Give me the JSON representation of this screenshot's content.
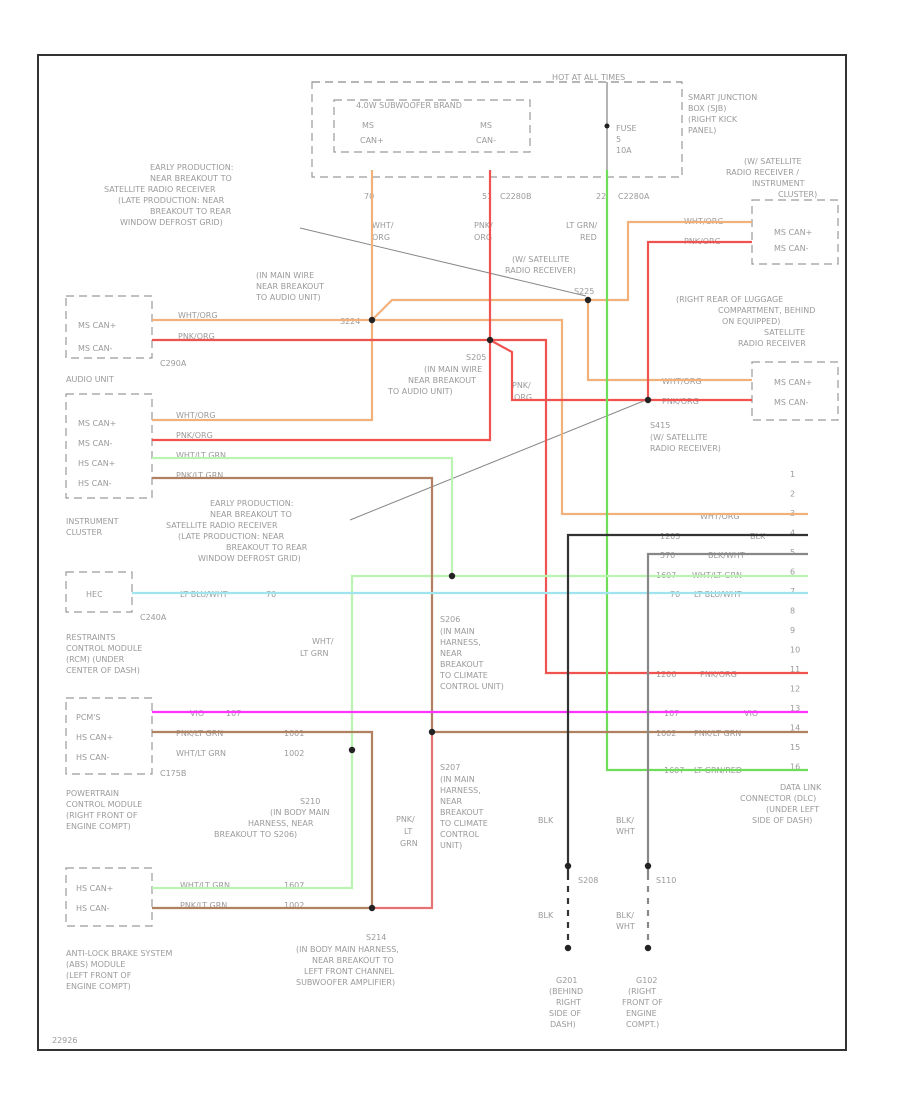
{
  "figure_id": "22926",
  "colors": {
    "wht_org": "#f0b27a",
    "pnk_org": "#ef5350",
    "wht_lt_grn": "#b9f5b0",
    "pnk_lt_grn": "#e57373",
    "lt_blu_wht": "#a0e4f0",
    "lt_grn_red": "#6fdc5a",
    "vio": "#ff33ff",
    "blk": "#333333",
    "blk_wht": "#888888",
    "brown": "#b08060"
  },
  "labels": {
    "hot_at_all_times": "HOT AT ALL TIMES",
    "smart_jb": [
      "SMART JUNCTION",
      "BOX (SJB)",
      "(RIGHT KICK",
      "PANEL)"
    ],
    "fuse": [
      "FUSE",
      "5",
      "10A"
    ],
    "subwoofer": "4.0W SUBWOOFER BRAND",
    "ms_can_p": [
      "MS",
      "CAN+"
    ],
    "ms_can_m": [
      "MS",
      "CAN-"
    ],
    "pin_70": "70",
    "pin_51": "51",
    "c2280b": "C2280B",
    "pin_22": "22",
    "c2280a": "C2280A",
    "wht_org_v": [
      "WHT/",
      "ORG"
    ],
    "pnk_org_v": [
      "PNK/",
      "ORG"
    ],
    "lt_grn_red_v": [
      "LT GRN/",
      "RED"
    ],
    "early_top": [
      "EARLY PRODUCTION:",
      "NEAR BREAKOUT TO",
      "SATELLITE RADIO RECEIVER",
      "(LATE PRODUCTION: NEAR",
      "BREAKOUT TO REAR",
      "WINDOW DEFROST GRID)"
    ],
    "sat_receiver_splice": [
      "(W/ SATELLITE",
      "RADIO RECEIVER)"
    ],
    "s225_top": "S225",
    "sat_radio_receiver": [
      "(W/ SATELLITE",
      "RADIO RECEIVER /",
      "INSTRUMENT",
      "CLUSTER)"
    ],
    "wht_org_h": "WHT/ORG",
    "pnk_org_h": "PNK/ORG",
    "ms_can_plus": "MS CAN+",
    "ms_can_minus": "MS CAN-",
    "breakout_audio": [
      "(IN MAIN WIRE",
      "NEAR BREAKOUT",
      "TO AUDIO UNIT)"
    ],
    "s224": "S224",
    "c290a": "C290A",
    "rear_luggage": [
      "(RIGHT REAR OF LUGGAGE",
      "COMPARTMENT, BEHIND",
      "ON EQUIPPED)",
      "SATELLITE",
      "RADIO RECEIVER"
    ],
    "s205": "S205",
    "breakout_audio2": [
      "(IN MAIN WIRE",
      "NEAR BREAKOUT",
      "TO AUDIO UNIT)"
    ],
    "pnk_org_mid": [
      "PNK/",
      "ORG"
    ],
    "audio_unit": "AUDIO UNIT",
    "s415": "S415",
    "s415_desc": [
      "(W/ SATELLITE",
      "RADIO RECEIVER)"
    ],
    "wht_org_d": "WHT/ORG",
    "wht_lt_grn": "WHT/LT GRN",
    "pnk_lt_grn": "PNK/LT GRN",
    "instrument_cluster": [
      "INSTRUMENT",
      "CLUSTER"
    ],
    "early_mid": [
      "EARLY PRODUCTION:",
      "NEAR BREAKOUT TO",
      "SATELLITE RADIO RECEIVER",
      "(LATE PRODUCTION: NEAR",
      "BREAKOUT TO REAR",
      "WINDOW DEFROST GRID)"
    ],
    "hec": "HEC",
    "c240a": "C240A",
    "lt_blu_wht": "LT BLU/WHT",
    "pin_70b": "70",
    "pin_70c": "70",
    "rcm": [
      "RESTRAINTS",
      "CONTROL MODULE",
      "(RCM) (UNDER",
      "CENTER OF DASH)"
    ],
    "s206": "S206",
    "s206_desc": [
      "(IN MAIN",
      "HARNESS,",
      "NEAR",
      "BREAKOUT",
      "TO CLIMATE",
      "CONTROL UNIT)"
    ],
    "wht_lt_grn_v": [
      "WHT/",
      "LT GRN"
    ],
    "pcm_title": "PCM'S",
    "hs_can_p": "HS CAN+",
    "hs_can_m": "HS CAN-",
    "vio": "VIO",
    "pin_107": "107",
    "pnk_lt_grn_s": "PNK/LT GRN",
    "wht_lt_grn_s": "WHT/LT GRN",
    "pin_1001": "1001",
    "pin_1002": "1002",
    "c175b": "C175B",
    "pcm": [
      "POWERTRAIN",
      "CONTROL MODULE",
      "(RIGHT FRONT OF",
      "ENGINE COMPT)"
    ],
    "s210": "S210",
    "s210_desc": [
      "(IN BODY MAIN",
      "HARNESS, NEAR",
      "BREAKOUT TO S206)"
    ],
    "s207": "S207",
    "s207_desc": [
      "(IN MAIN",
      "HARNESS,",
      "NEAR",
      "BREAKOUT",
      "TO CLIMATE",
      "CONTROL",
      "UNIT)"
    ],
    "pnk_lt_grn_v": [
      "PNK/",
      "LT",
      "GRN"
    ],
    "abs": [
      "ANTI-LOCK BRAKE SYSTEM",
      "(ABS) MODULE",
      "(LEFT FRONT OF",
      "ENGINE COMPT)"
    ],
    "s214": "S214",
    "s214_desc": [
      "(IN BODY MAIN HARNESS,",
      "NEAR BREAKOUT TO",
      "LEFT FRONT CHANNEL",
      "SUBWOOFER AMPLIFIER)"
    ],
    "dlc": [
      "DATA LINK",
      "CONNECTOR (DLC)",
      "(UNDER LEFT",
      "SIDE OF DASH)"
    ],
    "blk": "BLK",
    "blk_wht": [
      "BLK/",
      "WHT"
    ],
    "s208": "S208",
    "s110": "S110",
    "g201": [
      "G201",
      "(BEHIND",
      "RIGHT",
      "SIDE OF",
      "DASH)"
    ],
    "g102": [
      "G102",
      "(RIGHT",
      "FRONT OF",
      "ENGINE",
      "COMPT.)"
    ],
    "dlc_pins": [
      "1",
      "2",
      "3",
      "4",
      "5",
      "6",
      "7",
      "8",
      "9",
      "10",
      "11",
      "12",
      "13",
      "14",
      "15",
      "16"
    ],
    "dlc_wire_labels": [
      "WHT/ORG",
      "BLK",
      "BLK/WHT",
      "WHT/LT GRN",
      "LT BLU/WHT",
      "PNK/ORG",
      "VIO",
      "PNK/LT GRN",
      "LT GRN/RED"
    ],
    "dlc_circuit_nums": [
      "1205",
      "570",
      "1607",
      "70",
      "1206",
      "107",
      "1002",
      "1607"
    ]
  }
}
